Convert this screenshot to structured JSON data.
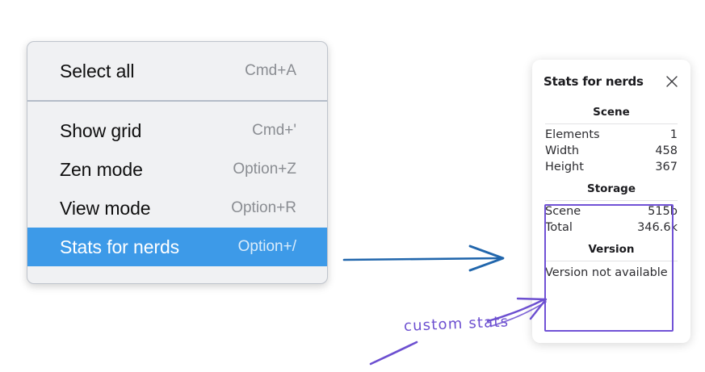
{
  "context_menu": {
    "groups": [
      {
        "items": [
          {
            "label": "Select all",
            "accel": "Cmd+A",
            "selected": false
          }
        ]
      },
      {
        "items": [
          {
            "label": "Show grid",
            "accel": "Cmd+'",
            "selected": false
          },
          {
            "label": "Zen mode",
            "accel": "Option+Z",
            "selected": false
          },
          {
            "label": "View mode",
            "accel": "Option+R",
            "selected": false
          },
          {
            "label": "Stats for nerds",
            "accel": "Option+/",
            "selected": true
          }
        ]
      }
    ],
    "selected_highlight_color": "#3d9ae8",
    "background_color": "#f0f1f3"
  },
  "stats_panel": {
    "title": "Stats for nerds",
    "close_icon": "close-icon",
    "sections": [
      {
        "heading": "Scene",
        "rows": [
          {
            "key": "Elements",
            "value": "1"
          },
          {
            "key": "Width",
            "value": "458"
          },
          {
            "key": "Height",
            "value": "367"
          }
        ]
      },
      {
        "heading": "Storage",
        "rows": [
          {
            "key": "Scene",
            "value": "515b"
          },
          {
            "key": "Total",
            "value": "346.6k"
          }
        ]
      },
      {
        "heading": "Version",
        "single": "Version not available"
      }
    ]
  },
  "annotations": {
    "blue_arrow_color": "#2166ac",
    "purple_color": "#6c4fd0",
    "highlight_box_color": "#7152d6",
    "handwritten_label": "custom stats"
  }
}
